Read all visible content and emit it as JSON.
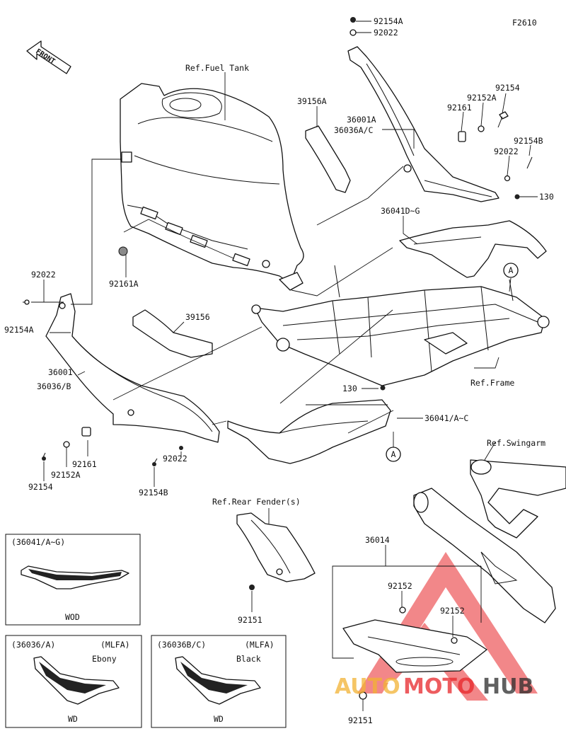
{
  "figure_code": "F2610",
  "front_arrow_label": "FRONT",
  "labels": {
    "p92154A_top": "92154A",
    "p92022_top": "92022",
    "ref_fuel_tank": "Ref.Fuel Tank",
    "p39156A": "39156A",
    "p36001A": "36001A",
    "p36036AC": "36036A/C",
    "p92154_right": "92154",
    "p92152A_right": "92152A",
    "p92161_right": "92161",
    "p92154B_right": "92154B",
    "p92022_right": "92022",
    "p130_right": "130",
    "p36041DG": "36041D~G",
    "p92161A": "92161A",
    "p92022_left": "92022",
    "p92154A_left": "92154A",
    "p39156": "39156",
    "p36001": "36001",
    "p36036B": "36036/B",
    "ref_frame": "Ref.Frame",
    "p130_mid": "130",
    "p36041AC": "36041/A~C",
    "circle_a_top": "A",
    "circle_a_bottom": "A",
    "p92161_left": "92161",
    "p92152A_left": "92152A",
    "p92154_left": "92154",
    "p92022_bottom": "92022",
    "p92154B_bottom": "92154B",
    "ref_swingarm": "Ref.Swingarm",
    "ref_rear_fender": "Ref.Rear Fender(s)",
    "p36014": "36014",
    "p92152_a": "92152",
    "p92152_b": "92152",
    "p92151_mid": "92151",
    "p92151_bottom": "92151"
  },
  "inset_boxes": [
    {
      "title": "(36041/A~G)",
      "variant": "",
      "color": "",
      "footer": "WOD"
    },
    {
      "title": "(36036/A)",
      "variant": "(MLFA)",
      "color": "Ebony",
      "footer": "WD"
    },
    {
      "title": "(36036B/C)",
      "variant": "(MLFA)",
      "color": "Black",
      "footer": "WD"
    }
  ],
  "watermark": {
    "auto": "AUTO",
    "moto": "MOTO",
    "hub": "HUB",
    "colors": {
      "red": "#e8262a",
      "yellow": "#f2b233",
      "dark": "#2b2b2b"
    }
  }
}
